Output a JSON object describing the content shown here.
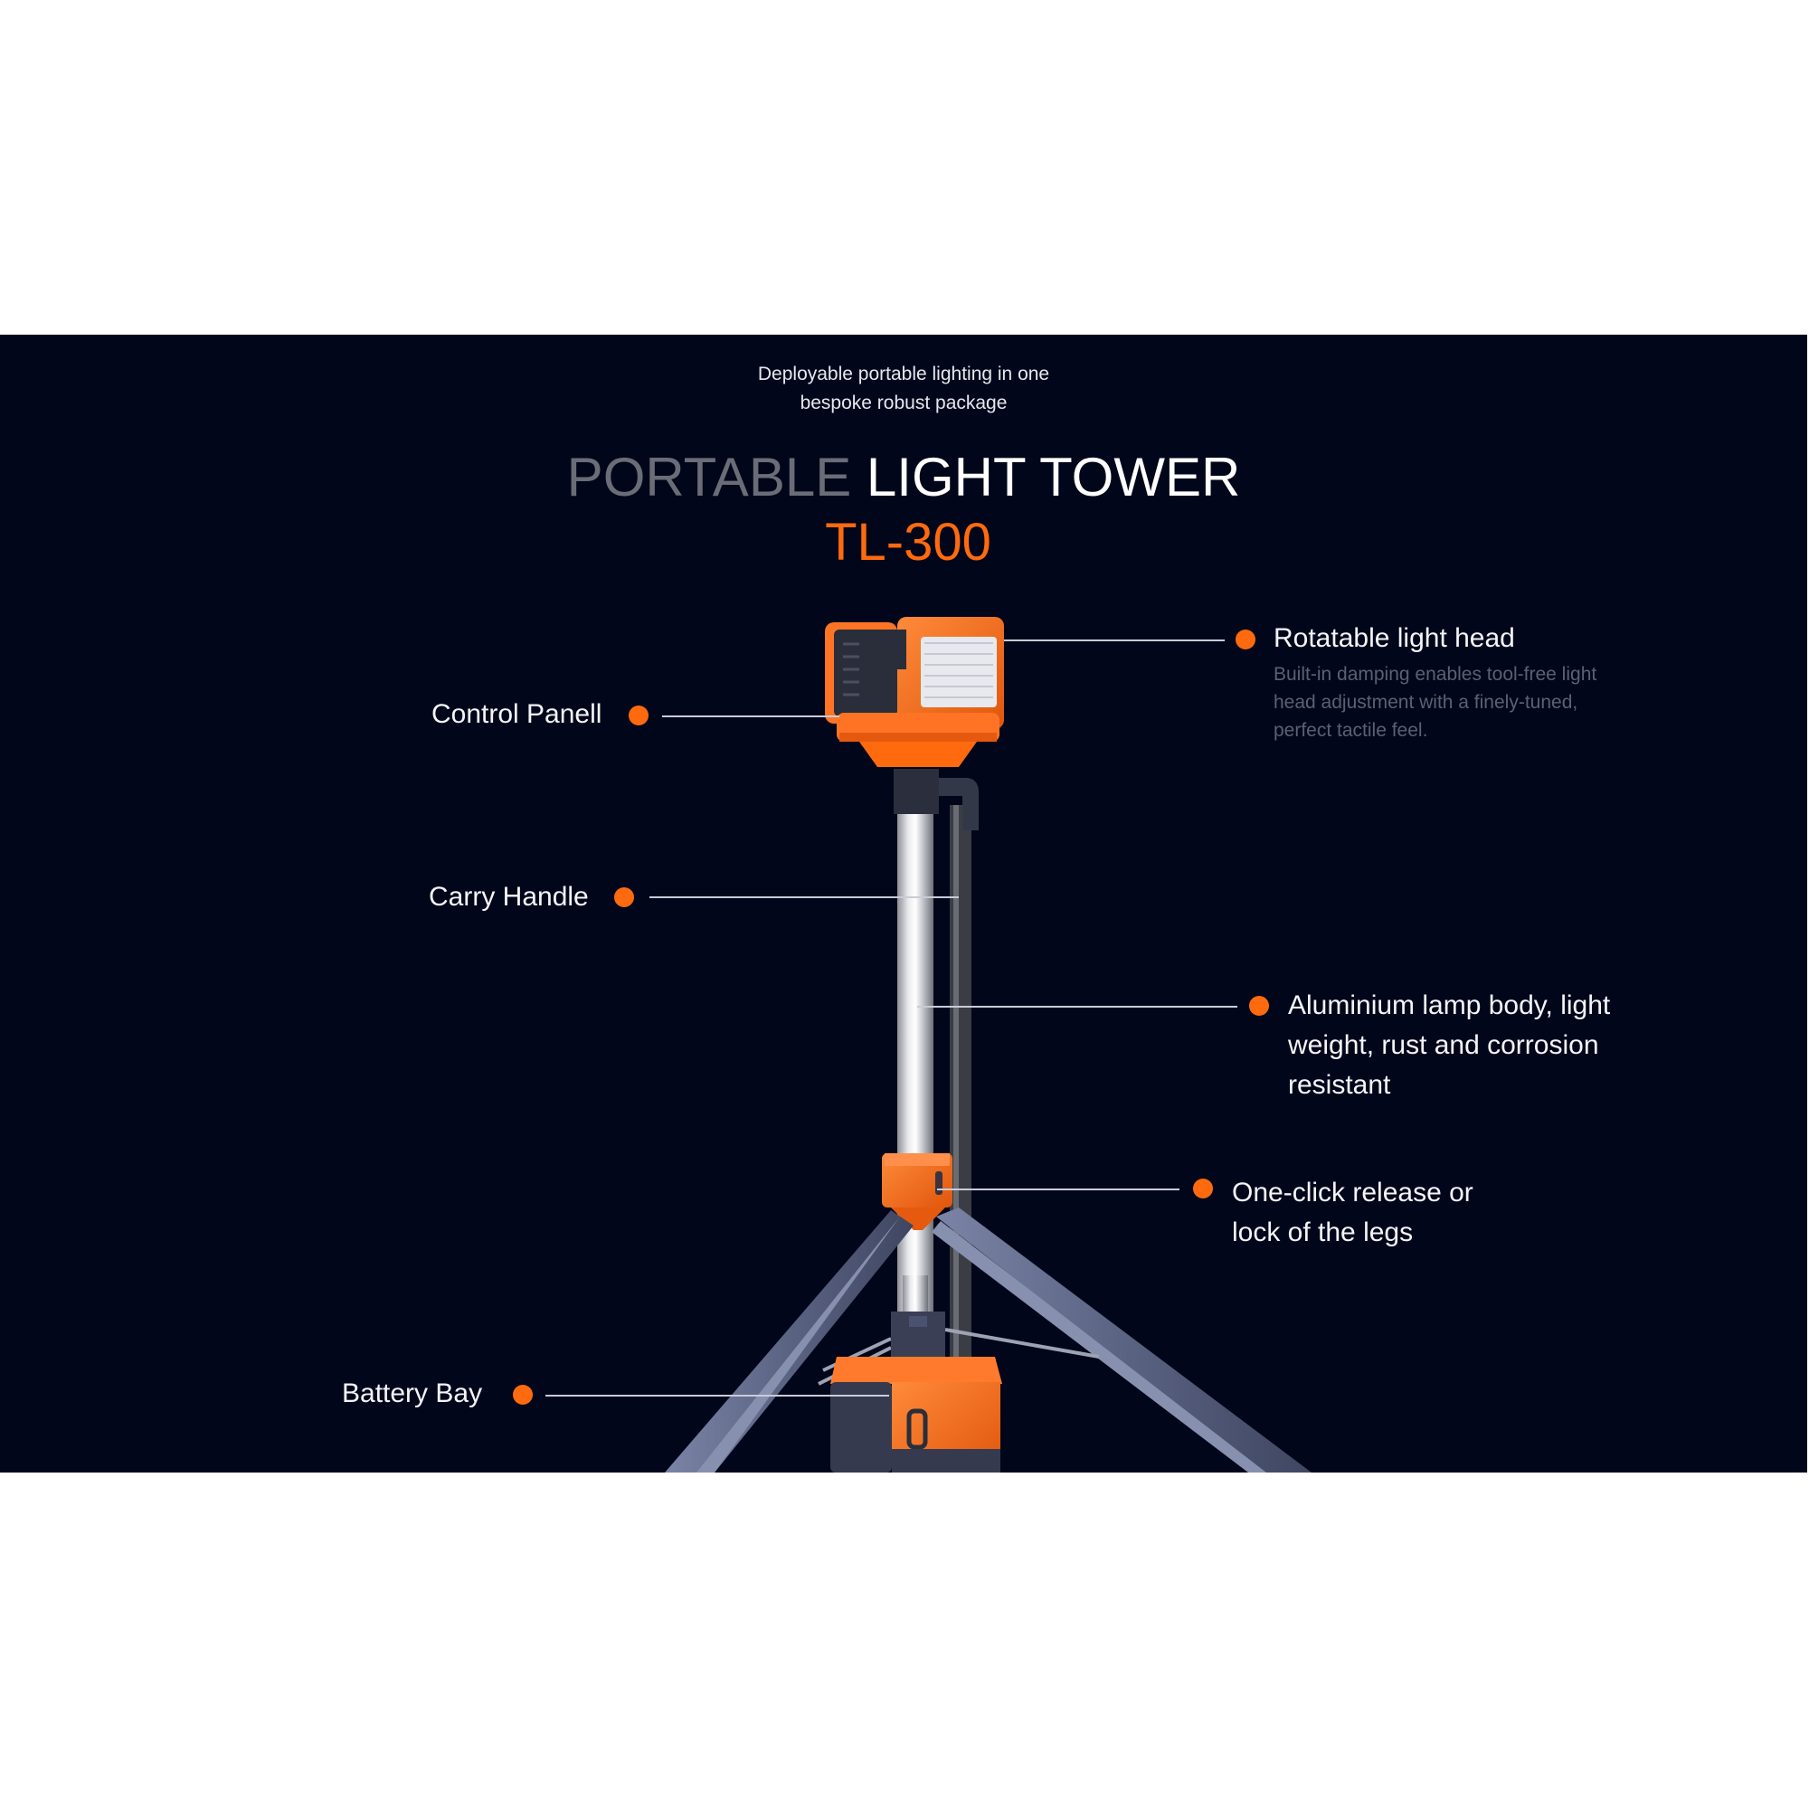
{
  "header": {
    "tagline_line1": "Deployable portable lighting in one",
    "tagline_line2": "bespoke robust package",
    "title_muted": "PORTABLE",
    "title_bright": "LIGHT TOWER",
    "model": "TL-300"
  },
  "callouts": {
    "rotatable_head": {
      "label": "Rotatable light head",
      "desc_line1": "Built-in damping enables tool-free light",
      "desc_line2": "head adjustment with a finely-tuned,",
      "desc_line3": "perfect tactile feel."
    },
    "control_panel": {
      "label": "Control Panell"
    },
    "carry_handle": {
      "label": "Carry Handle"
    },
    "aluminium_body": {
      "line1": "Aluminium lamp body, light",
      "line2": "weight, rust and corrosion",
      "line3": "resistant"
    },
    "leg_release": {
      "line1": "One-click release or",
      "line2": "lock of the legs"
    },
    "battery_bay": {
      "label": "Battery Bay"
    }
  },
  "colors": {
    "background": "#02061a",
    "accent": "#ff6a0e",
    "muted_title": "#6a6d77",
    "leg_gray": "#5d6584"
  },
  "icons": {
    "bullet": "orange-dot-icon"
  }
}
